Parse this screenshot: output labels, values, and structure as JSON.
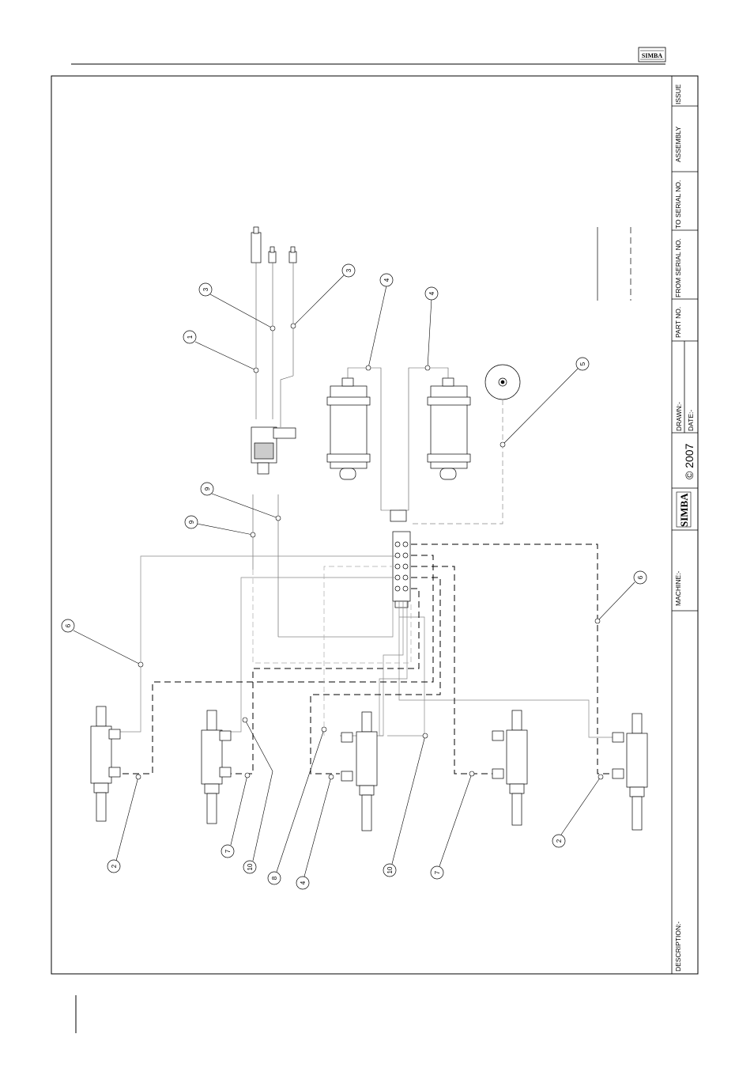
{
  "header": {
    "logo_text": "SIMBA"
  },
  "title_block": {
    "issue": "ISSUE",
    "assembly": "ASSEMBLY",
    "to_serial": "TO SERIAL NO.",
    "from_serial": "FROM SERIAL NO.",
    "part_no": "PART NO.",
    "drawn": "DRAWN:-",
    "date": "DATE:-",
    "copyright": "© 2007",
    "logo": "SIMBA",
    "machine": "MACHINE:-",
    "description": "DESCRIPTION:-"
  },
  "balloons": {
    "b1": "1",
    "b3a": "3",
    "b3b": "3",
    "b4a": "4",
    "b4b": "4",
    "b5": "5",
    "b9a": "9",
    "b9b": "9",
    "b6a": "6",
    "b6b": "6",
    "b2a": "2",
    "b7a": "7",
    "b10a": "10",
    "b8": "8",
    "b4c": "4",
    "b10b": "10",
    "b7b": "7",
    "b2b": "2"
  }
}
